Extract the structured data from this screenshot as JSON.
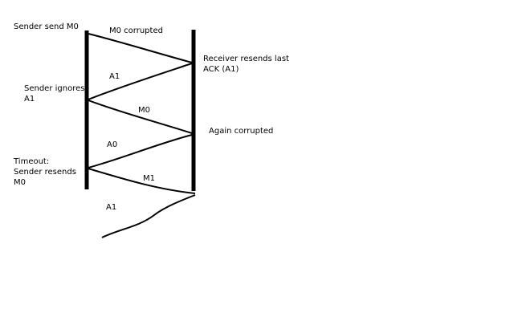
{
  "colors": {
    "background": "#ffffff",
    "ink": "#000000"
  },
  "annotations": {
    "sender_send_m0": "Sender send M0",
    "m0_corrupted": "M0 corrupted",
    "receiver_resends_line1": "Receiver resends last",
    "receiver_resends_line2": "ACK (A1)",
    "sender_ignores_line1": "Sender ignores",
    "sender_ignores_line2": "A1",
    "again_corrupted": "Again corrupted",
    "timeout_line1": "Timeout:",
    "timeout_line2": "Sender resends",
    "timeout_line3": "M0"
  },
  "messages": {
    "first_ack": "A1",
    "second_m0": "M0",
    "second_ack": "A0",
    "m1": "M1",
    "final_ack": "A1"
  }
}
